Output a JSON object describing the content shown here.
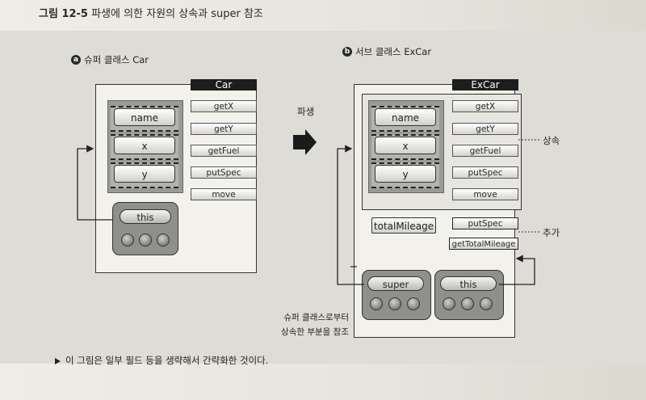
{
  "figure": {
    "title_num": "그림 12-5",
    "title_text": "파생에 의한 자원의 상속과 super 참조"
  },
  "left": {
    "badge": "a",
    "label": "슈퍼 클래스 Car",
    "class_name": "Car",
    "fields": [
      "name",
      "x",
      "y"
    ],
    "methods": [
      "getX",
      "getY",
      "getFuel",
      "putSpec",
      "move"
    ],
    "ref_label": "this"
  },
  "arrow_label": "파생",
  "right": {
    "badge": "b",
    "label": "서브 클래스 ExCar",
    "class_name": "ExCar",
    "fields": [
      "name",
      "x",
      "y"
    ],
    "inherited_methods": [
      "getX",
      "getY",
      "getFuel",
      "putSpec",
      "move"
    ],
    "new_field": "totalMileage",
    "added_methods": [
      "putSpec",
      "getTotalMileage"
    ],
    "super_label": "super",
    "this_label": "this",
    "inherit_label": "상속",
    "add_label": "추가",
    "note_line1": "슈퍼 클래스로부터",
    "note_line2": "상속한 부분을 참조"
  },
  "footer": "이 그림은 일부 필드 등을 생략해서 간략화한 것이다."
}
